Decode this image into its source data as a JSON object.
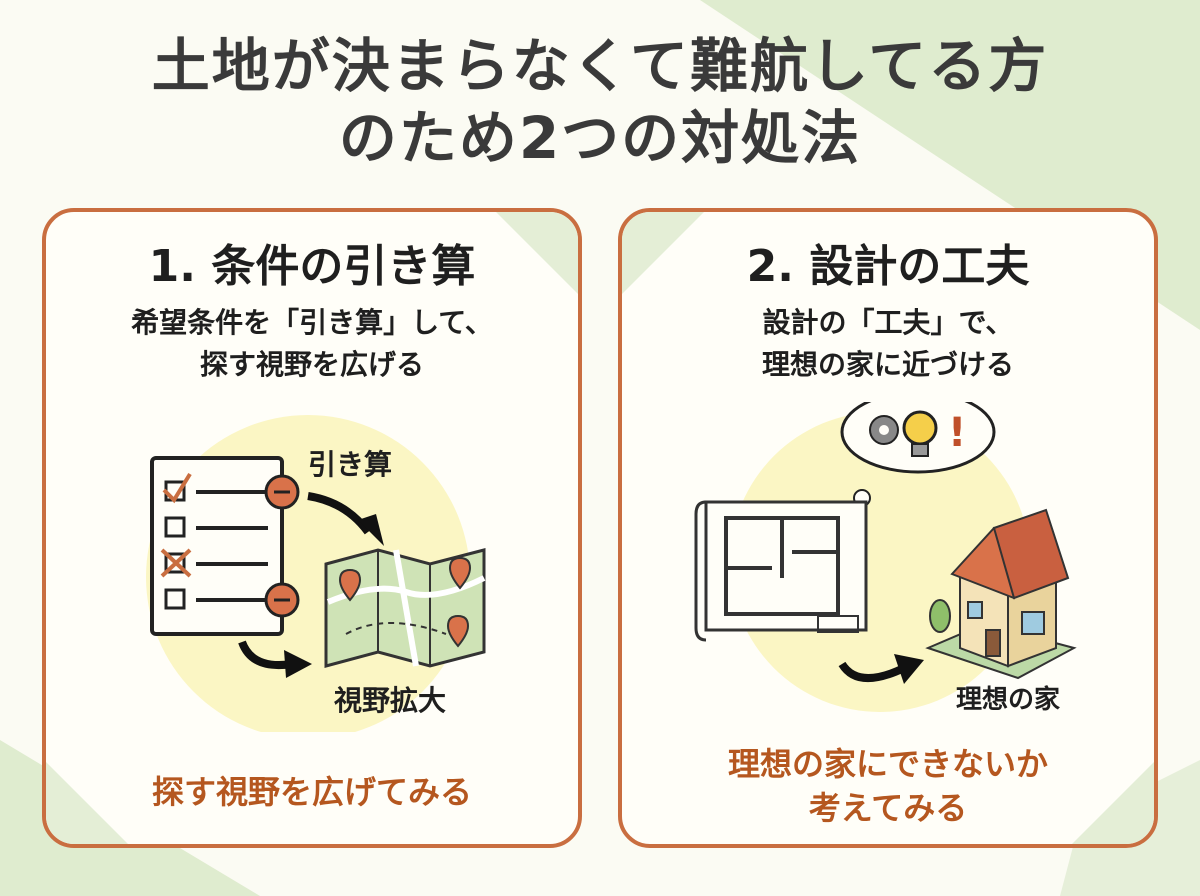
{
  "title": {
    "line1": "土地が決まらなくて難航してる方",
    "line2": "のため2つの対処法"
  },
  "panels": [
    {
      "heading": "1. 条件の引き算",
      "subtitle_line1": "希望条件を「引き算」して、",
      "subtitle_line2": "探す視野を広げる",
      "label_top": "引き算",
      "label_bottom": "視野拡大",
      "caption_line1": "探す視野を広げてみる"
    },
    {
      "heading": "2. 設計の工夫",
      "subtitle_line1": "設計の「工夫」で、",
      "subtitle_line2": "理想の家に近づける",
      "label_bottom": "理想の家",
      "caption_line1": "理想の家にできないか",
      "caption_line2": "考えてみる"
    }
  ],
  "colors": {
    "accent": "#c96e40",
    "caption": "#b5571f",
    "highlight": "#fbf6c4",
    "green": "#d6e6c2"
  }
}
